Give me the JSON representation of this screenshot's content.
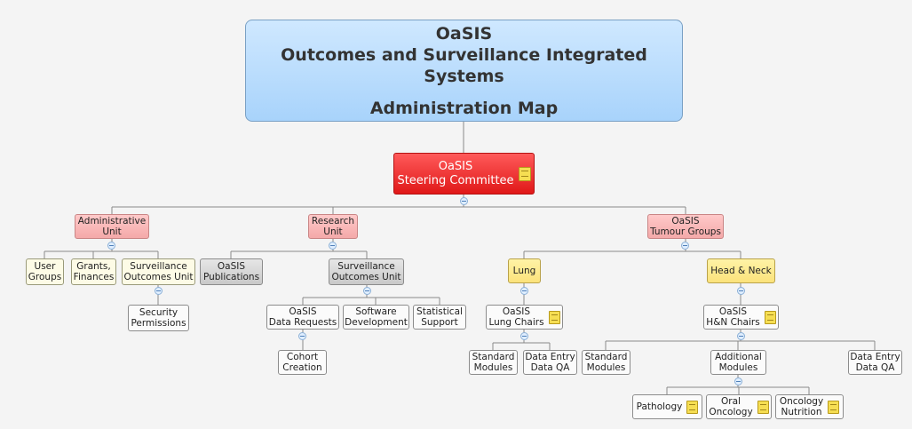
{
  "diagram": {
    "root": {
      "title_lines": [
        "OaSIS",
        "Outcomes and Surveillance Integrated Systems",
        "",
        "Administration Map"
      ]
    },
    "nodes": {
      "steering": "OaSIS\nSteering Committee",
      "admin_unit": "Administrative\nUnit",
      "research_unit": "Research\nUnit",
      "tumour_groups": "OaSIS\nTumour Groups",
      "user_groups": "User\nGroups",
      "grants": "Grants,\nFinances",
      "surv_outcomes_admin": "Surveillance\nOutcomes Unit",
      "security": "Security\nPermissions",
      "publications": "OaSIS\nPublications",
      "surv_outcomes_research": "Surveillance\nOutcomes Unit",
      "data_requests": "OaSIS\nData Requests",
      "software_dev": "Software\nDevelopment",
      "statistical": "Statistical\nSupport",
      "cohort": "Cohort\nCreation",
      "lung": "Lung",
      "head_neck": "Head & Neck",
      "lung_chairs": "OaSIS\nLung Chairs",
      "hn_chairs": "OaSIS\nH&N Chairs",
      "lung_std_modules": "Standard\nModules",
      "lung_data_entry": "Data Entry\nData QA",
      "hn_std_modules": "Standard\nModules",
      "hn_additional": "Additional\nModules",
      "hn_data_entry": "Data Entry\nData QA",
      "pathology": "Pathology",
      "oral_oncology": "Oral\nOncology",
      "oncology_nutrition": "Oncology\nNutrition"
    },
    "colors": {
      "root": "#a8d3fb",
      "steering": "#e01818",
      "unit": "#f4a9a9",
      "admin_leaf": "#fdfbe6",
      "research_leaf": "#c9c9c9",
      "tumour_site": "#fbe27b",
      "leaf": "#fbfbfb",
      "connector": "#8a8a8a",
      "note": "#f6de52"
    }
  }
}
